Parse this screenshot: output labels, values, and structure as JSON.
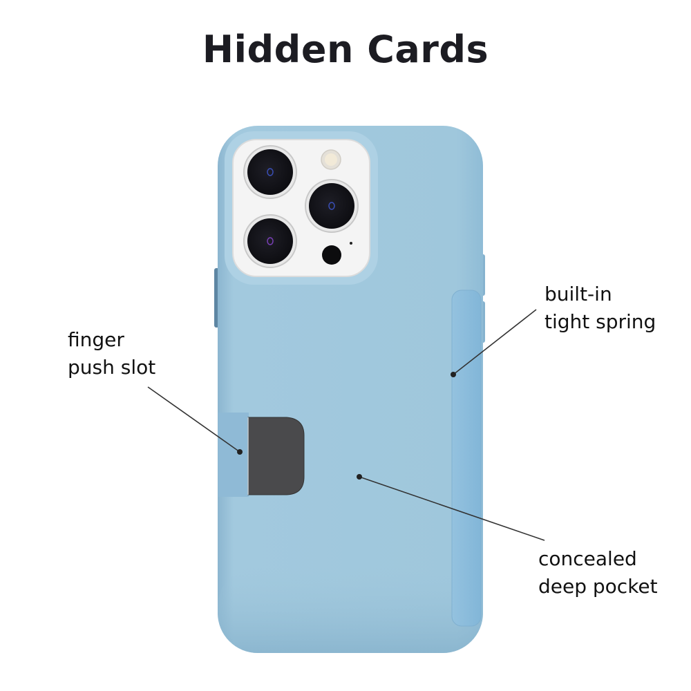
{
  "title": "Hidden Cards",
  "colors": {
    "case_body": "#9ec6dc",
    "case_edge": "#8fbbd4",
    "spring_panel": "#8bbcdc",
    "camera_plate": "#f6f6f6",
    "lens": "#141418",
    "card": "#4a4a4c",
    "leader_line": "#333333"
  },
  "callouts": [
    {
      "id": "finger-push-slot",
      "lines": [
        "finger",
        "push slot"
      ]
    },
    {
      "id": "built-in-tight-spring",
      "lines": [
        "built-in",
        "tight spring"
      ]
    },
    {
      "id": "concealed-deep-pocket",
      "lines": [
        "concealed",
        "deep pocket"
      ]
    }
  ]
}
